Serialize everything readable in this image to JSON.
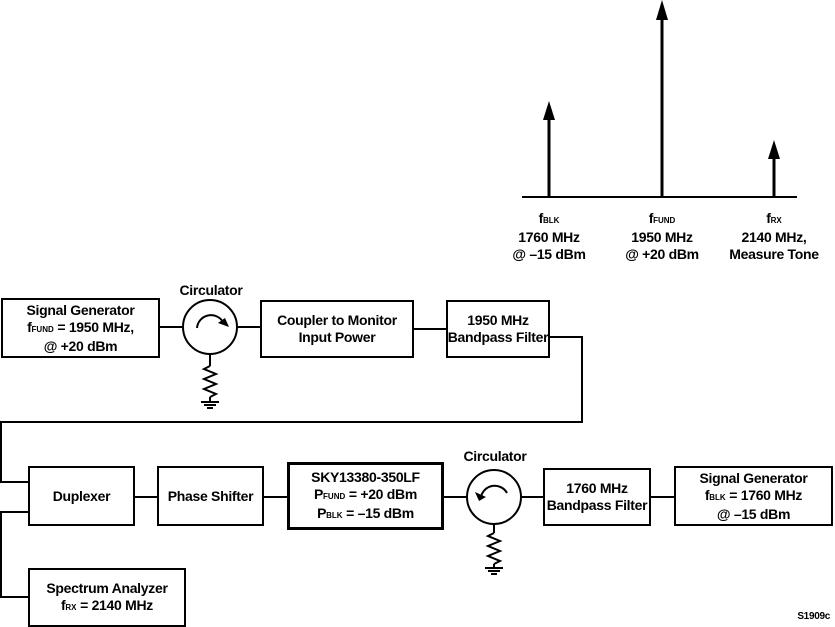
{
  "spectrum": {
    "tones": [
      {
        "symbol": "f",
        "sub": "BLK",
        "freq": "1760 MHz",
        "level": "@ –15 dBm"
      },
      {
        "symbol": "f",
        "sub": "FUND",
        "freq": "1950 MHz",
        "level": "@ +20 dBm"
      },
      {
        "symbol": "f",
        "sub": "RX",
        "freq": "2140 MHz,",
        "level": "Measure Tone"
      }
    ]
  },
  "top_chain": {
    "signal_generator": {
      "line1": "Signal Generator",
      "sym": "f",
      "sub": "FUND",
      "line2_rest": " = 1950 MHz,",
      "line3": "@ +20 dBm"
    },
    "circulator": "Circulator",
    "coupler": {
      "line1": "Coupler to Monitor",
      "line2": "Input Power"
    },
    "filter": {
      "line1": "1950 MHz",
      "line2": "Bandpass Filter"
    }
  },
  "bottom_chain": {
    "duplexer": "Duplexer",
    "phase_shifter": "Phase Shifter",
    "dut": {
      "line1": "SKY13380-350LF",
      "p1_sym": "P",
      "p1_sub": "FUND",
      "p1_rest": " = +20 dBm",
      "p2_sym": "P",
      "p2_sub": "BLK",
      "p2_rest": " = –15 dBm"
    },
    "circulator": "Circulator",
    "filter": {
      "line1": "1760 MHz",
      "line2": "Bandpass Filter"
    },
    "signal_generator": {
      "line1": "Signal Generator",
      "sym": "f",
      "sub": "BLK",
      "line2_rest": " = 1760 MHz",
      "line3": "@ –15 dBm"
    }
  },
  "spectrum_analyzer": {
    "line1": "Spectrum Analyzer",
    "sym": "f",
    "sub": "RX",
    "line2_rest": " = 2140 MHz"
  },
  "figure_id": "S1909c"
}
